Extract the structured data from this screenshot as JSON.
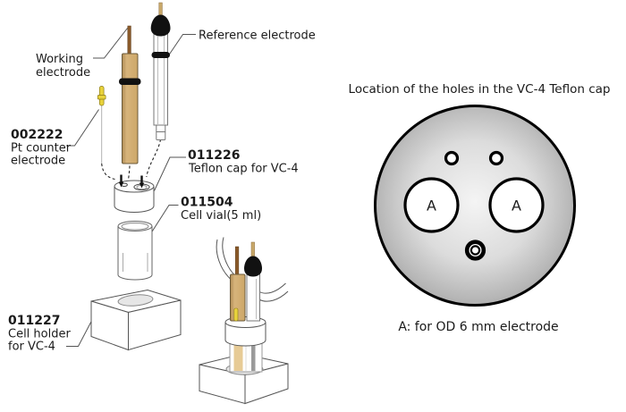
{
  "left_diagram": {
    "labels": {
      "working_electrode": {
        "lines": [
          "Working",
          "electrode"
        ]
      },
      "reference_electrode": {
        "lines": [
          "Reference electrode"
        ]
      },
      "pt_counter_electrode": {
        "part_no": "002222",
        "lines": [
          "Pt counter",
          "electrode"
        ]
      },
      "teflon_cap": {
        "part_no": "011226",
        "lines": [
          "Teflon cap for VC-4"
        ]
      },
      "cell_vial": {
        "part_no": "011504",
        "lines": [
          "Cell vial(5 ml)"
        ]
      },
      "cell_holder": {
        "part_no": "011227",
        "lines": [
          "Cell holder",
          "for VC-4"
        ]
      }
    },
    "colors": {
      "working_body": "#d7b47b",
      "electrode_pin_brown": "#8a5a2a",
      "pt_pin_yellow": "#e9d33c",
      "reference_body": "#ffffff",
      "black_parts": "#111111",
      "outline": "#555555"
    }
  },
  "right_diagram": {
    "title": "Location of the holes in the VC-4 Teflon cap",
    "caption": "A: for OD 6 mm electrode",
    "hole_a_labels": [
      "A",
      "A"
    ],
    "colors": {
      "cap_center": "#f4f4f4",
      "cap_edge": "#aaaaaa",
      "hole_fill": "#ffffff",
      "stroke": "#000000"
    }
  }
}
